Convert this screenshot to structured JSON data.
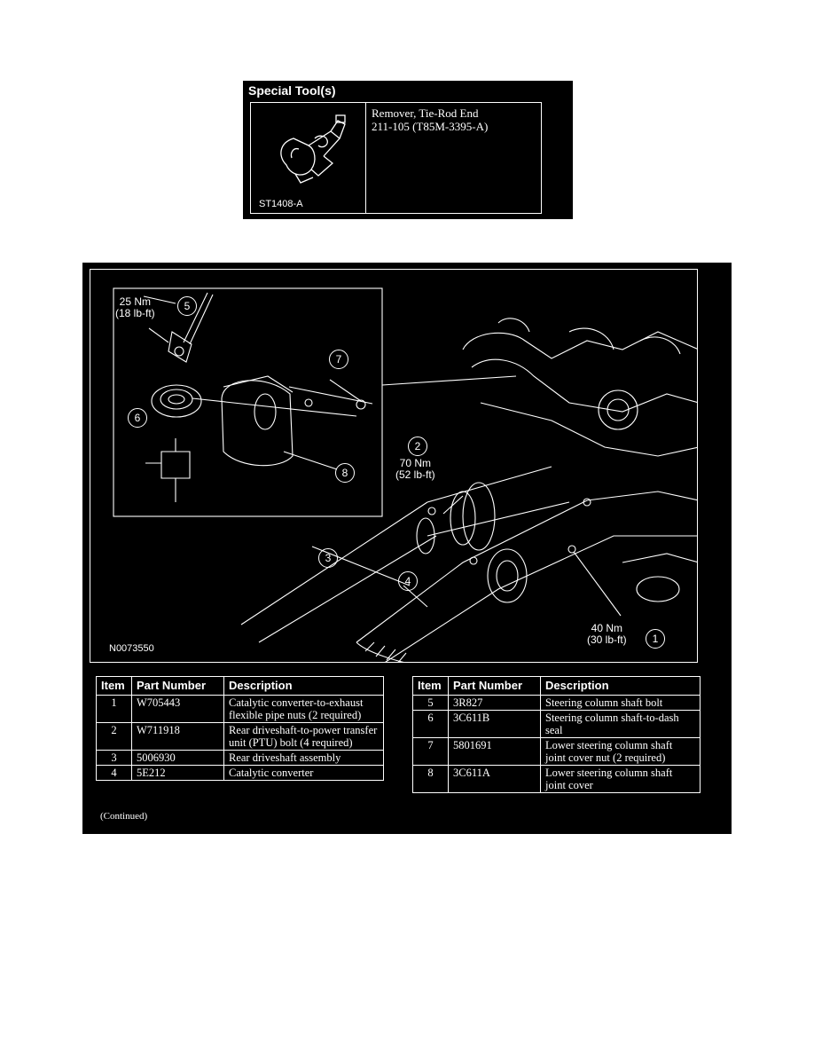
{
  "special_tool": {
    "title": "Special Tool(s)",
    "name": "Remover, Tie-Rod End",
    "number": "211-105 (T85M-3395-A)",
    "image_code": "ST1408-A"
  },
  "figure": {
    "code": "N0073550",
    "torque_5": [
      "25 Nm",
      "(18 lb-ft)"
    ],
    "torque_2": [
      "70 Nm",
      "(52 lb-ft)"
    ],
    "torque_1": [
      "40 Nm",
      "(30 lb-ft)"
    ],
    "callouts": [
      "1",
      "2",
      "3",
      "4",
      "5",
      "6",
      "7",
      "8"
    ]
  },
  "parts_table": {
    "headers": [
      "Item",
      "Part Number",
      "Description"
    ],
    "left_rows": [
      {
        "item": "1",
        "part": "W705443",
        "desc": "Catalytic converter-to-exhaust flexible pipe nuts (2 required)"
      },
      {
        "item": "2",
        "part": "W711918",
        "desc": "Rear driveshaft-to-power transfer unit (PTU) bolt (4 required)"
      },
      {
        "item": "3",
        "part": "5006930",
        "desc": "Rear driveshaft assembly"
      },
      {
        "item": "4",
        "part": "5E212",
        "desc": "Catalytic converter"
      }
    ],
    "right_rows": [
      {
        "item": "5",
        "part": "3R827",
        "desc": "Steering column shaft bolt"
      },
      {
        "item": "6",
        "part": "3C611B",
        "desc": "Steering column shaft-to-dash seal"
      },
      {
        "item": "7",
        "part": "5801691",
        "desc": "Lower steering column shaft joint cover nut (2 required)"
      },
      {
        "item": "8",
        "part": "3C611A",
        "desc": "Lower steering column shaft joint cover"
      }
    ],
    "continued": "(Continued)"
  }
}
